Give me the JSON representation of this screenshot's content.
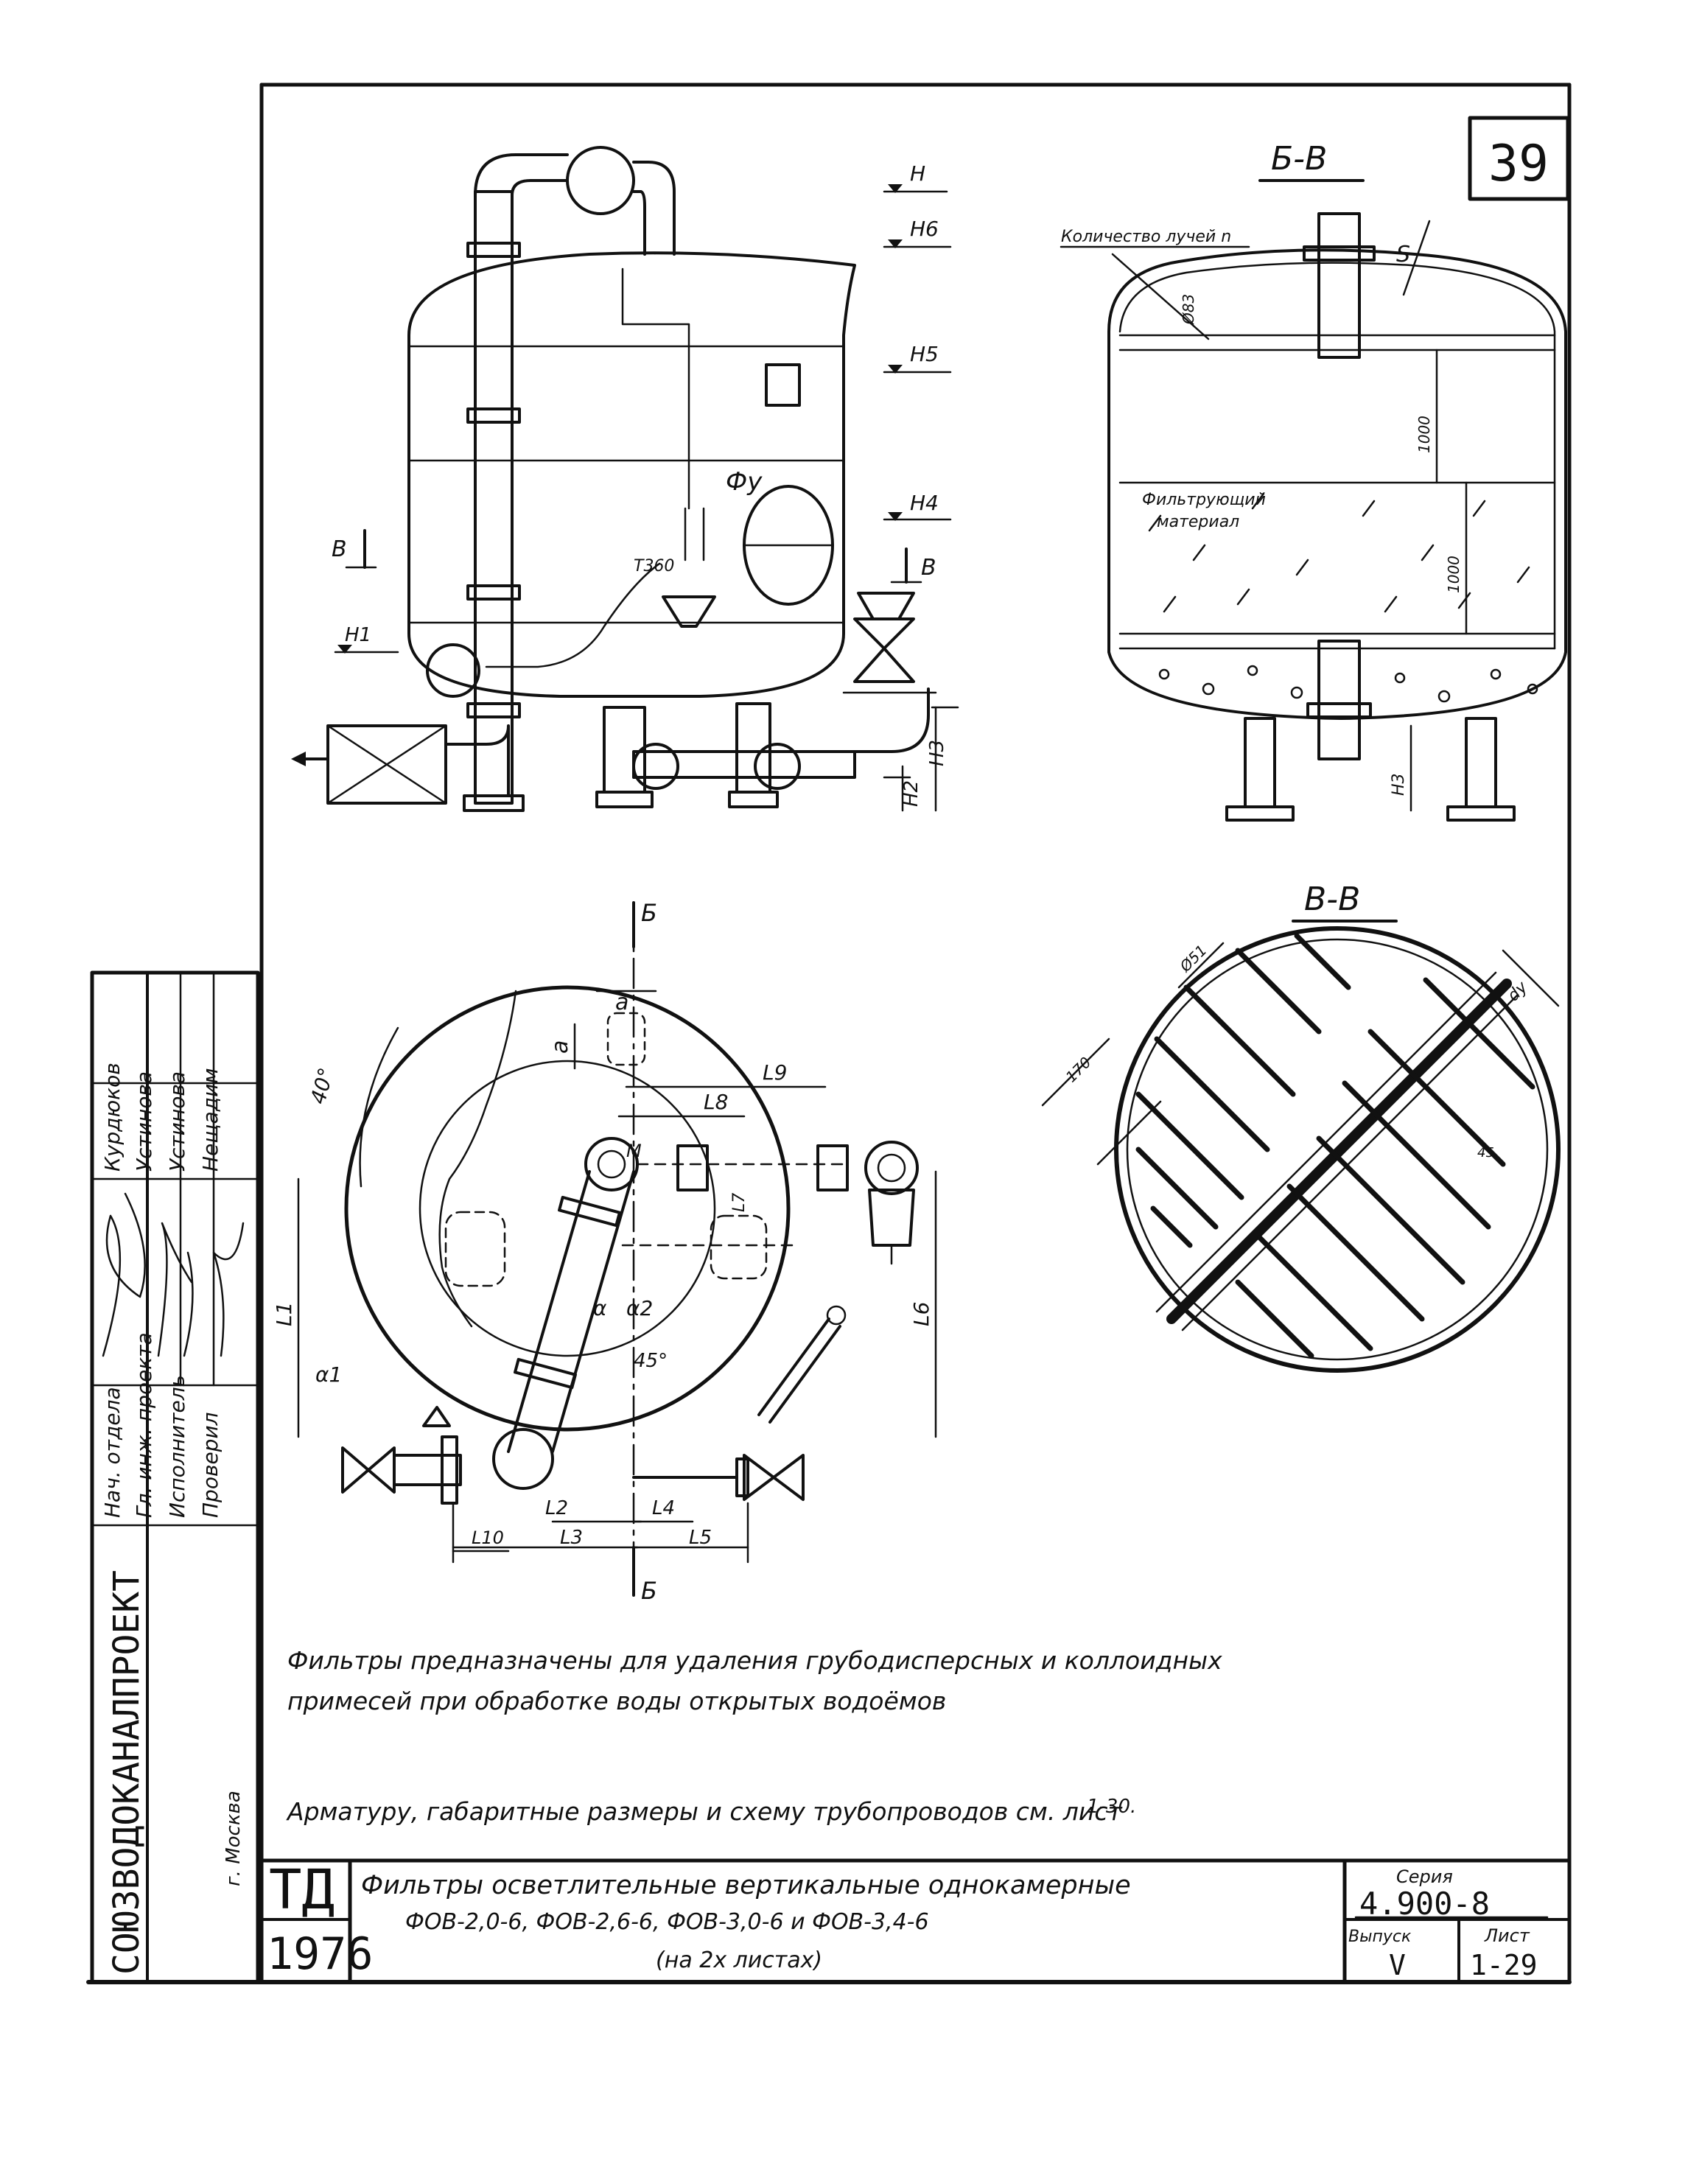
{
  "sheet_number": "39",
  "section_labels": {
    "bb": "Б-В",
    "vv": "В-В",
    "cut_b_top": "Б",
    "cut_b_bottom": "Б",
    "cut_v_left": "В",
    "cut_v_right": "В"
  },
  "elevation_labels": [
    "Н",
    "Н6",
    "Н5",
    "Н4",
    "Н1",
    "Н3",
    "Н2"
  ],
  "section_annotations": {
    "rays": "Количество лучей n",
    "s": "S",
    "d83": "Ø83",
    "h1000_top": "1000",
    "h1000_mid": "1000",
    "filter_material_1": "Фильтрующий",
    "filter_material_2": "материал",
    "h3": "Н3"
  },
  "front_annotations": {
    "fu": "Фу",
    "t360": "Т360"
  },
  "plan_annotations": {
    "a_top": "a",
    "a_side": "a",
    "angle40": "40°",
    "l9": "L9",
    "l8": "L8",
    "m": "М",
    "l1": "L1",
    "l6": "L6",
    "l7": "L7",
    "alpha": "α",
    "alpha1": "α1",
    "alpha2": "α2",
    "angle45": "45°",
    "l2": "L2",
    "l4": "L4",
    "l10": "L10",
    "l3": "L3",
    "l5": "L5"
  },
  "vv_annotations": {
    "d51": "Ø51",
    "d170": "170",
    "dy": "dy",
    "d45": "45"
  },
  "notes": {
    "line1": "Фильтры предназначены для удаления грубодисперсных и коллоидных",
    "line2": "примесей при обработке воды открытых водоёмов",
    "line3": "Арматуру, габаритные размеры и схему трубопроводов см. лист",
    "line3_ref": "1-30."
  },
  "title_block": {
    "td": "ТД",
    "year": "1976",
    "title_line1": "Фильтры осветлительные вертикальные однокамерные",
    "title_line2": "ФОВ-2,0-6,   ФОВ-2,6-6,   ФОВ-3,0-6 и   ФОВ-3,4-6",
    "title_line3": "(на   2х   листах)",
    "series_label": "Серия",
    "series_value": "4.900-8",
    "issue_label": "Выпуск",
    "issue_value": "V",
    "sheet_label": "Лист",
    "sheet_value": "1-29"
  },
  "side_stamp": {
    "org": "СОЮЗВОДОКАНАЛПРОЕКТ",
    "city": "г. Москва",
    "roles": [
      "Нач. отдела",
      "Гл. инж. проекта",
      "Исполнитель",
      "Проверил"
    ],
    "names": [
      "Курдюков",
      "Устинова",
      "Устинова",
      "Нещадим"
    ]
  },
  "colors": {
    "ink": "#111111",
    "paper": "#ffffff"
  }
}
